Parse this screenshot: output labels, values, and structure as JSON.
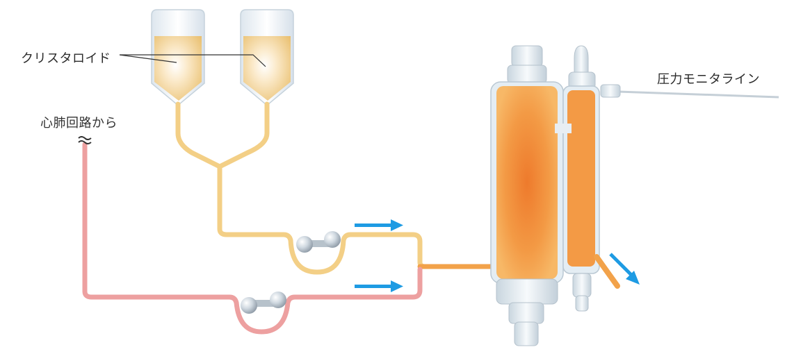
{
  "labels": {
    "crystalloid": "クリスタロイド",
    "from_circuit": "心肺回路から",
    "pressure_line": "圧力モニタライン"
  },
  "colors": {
    "crystalloid_tube": "#f3cf86",
    "blood_tube": "#eda0a0",
    "flow_arrow": "#1e9be3",
    "cardioplegia": "#f29a3c",
    "filter_housing": "#dfe9ef",
    "fluid_bag": "#f7e2b0"
  },
  "icons": [
    "flow-arrow-icon",
    "pump-roller-icon",
    "tilde-break-icon"
  ]
}
